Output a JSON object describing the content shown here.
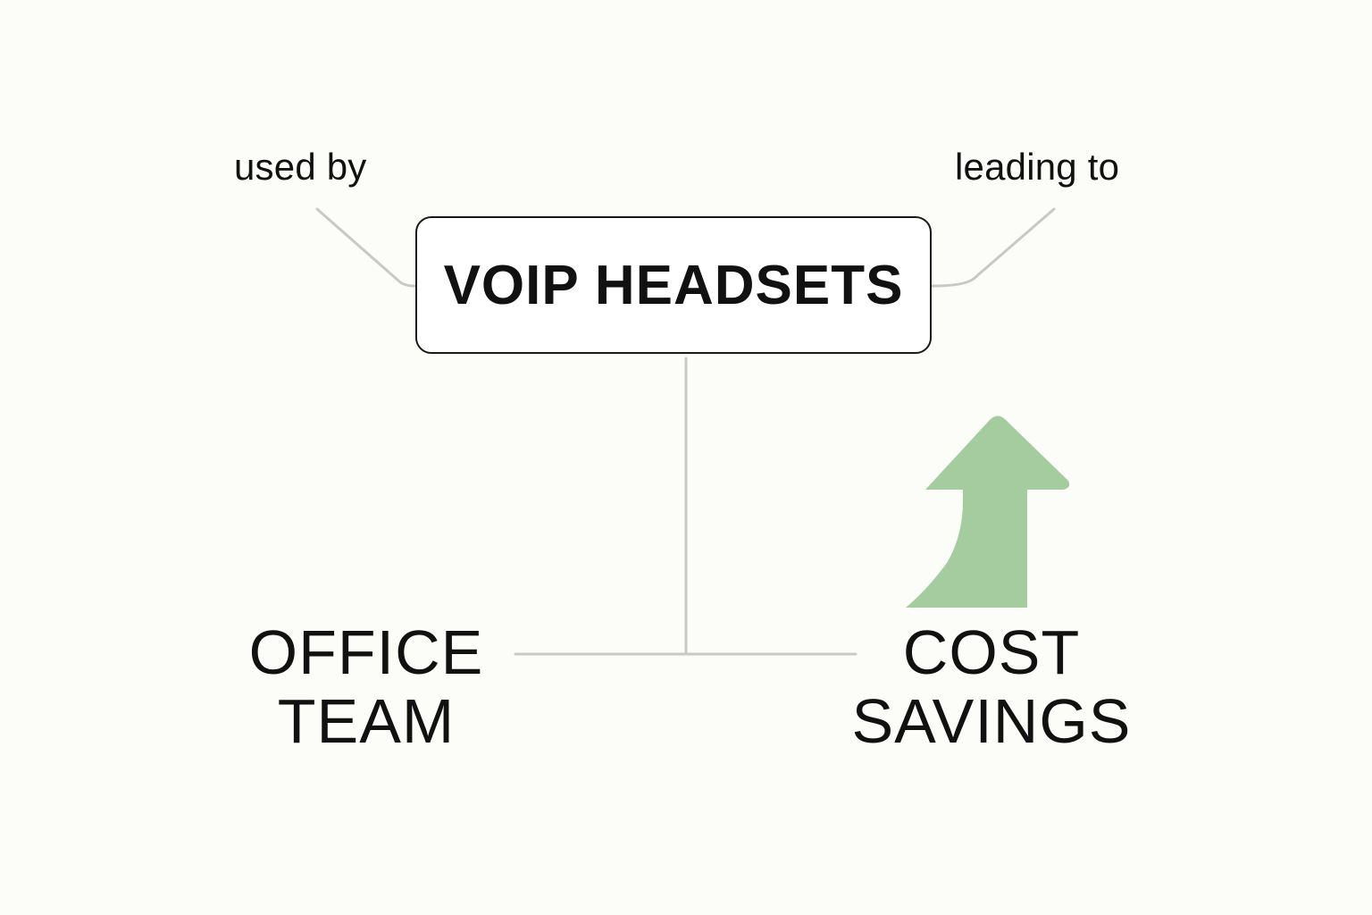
{
  "diagram": {
    "center_node": "VOIP HEADSETS",
    "left_connector_label": "used by",
    "right_connector_label": "leading to",
    "left_node": {
      "line1": "OFFICE",
      "line2": "TEAM"
    },
    "right_node": {
      "line1": "COST",
      "line2": "SAVINGS"
    },
    "icon": "up-arrow-icon"
  },
  "colors": {
    "background": "#fcfcf8",
    "connector": "#c8c8c8",
    "arrow": "#a5cc9f",
    "text": "#111111"
  }
}
